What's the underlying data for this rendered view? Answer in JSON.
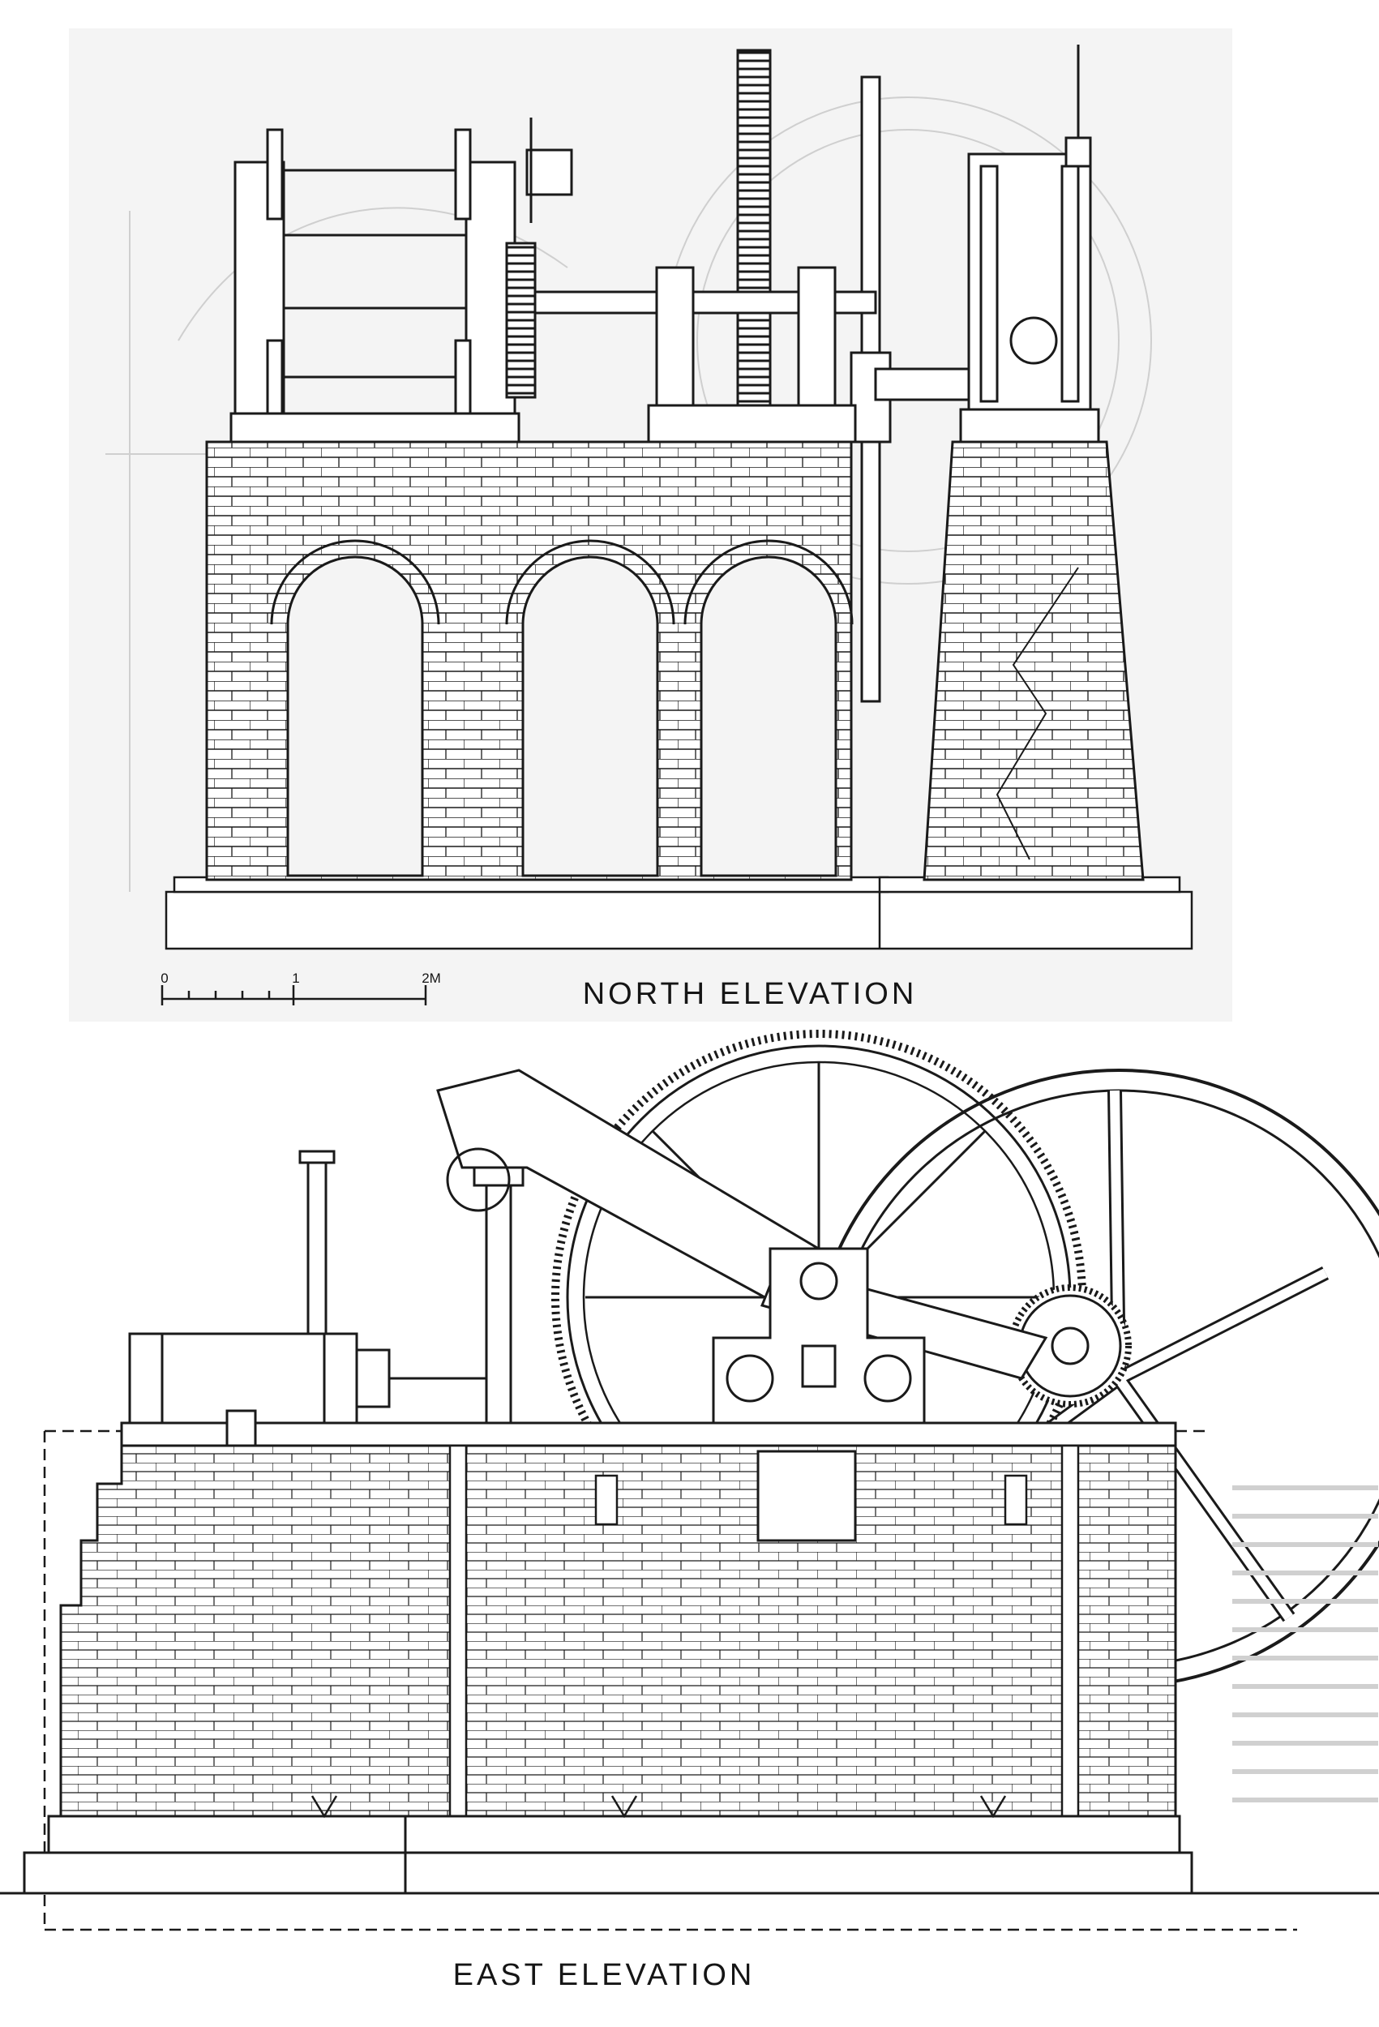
{
  "north": {
    "title": "NORTH ELEVATION",
    "scale_labels": [
      "0",
      "1",
      "2M"
    ]
  },
  "east": {
    "title": "EAST ELEVATION"
  },
  "colors": {
    "ink": "#1a1a1a",
    "paper": "#ffffff",
    "top_panel": "#f4f4f4",
    "faded": "#c8c8c8"
  }
}
